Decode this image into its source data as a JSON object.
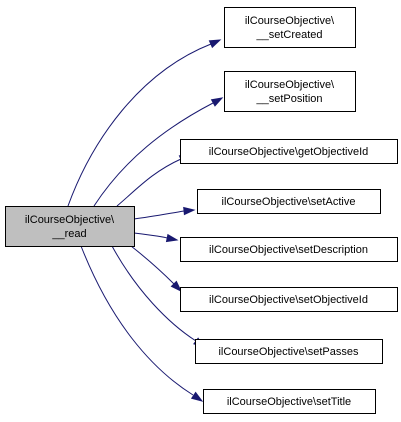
{
  "graph": {
    "colors": {
      "edge": "#191970",
      "node_border": "#000000",
      "node_fill": "#ffffff",
      "root_fill": "#bfbfbf",
      "text": "#000000"
    },
    "root": {
      "lines": [
        "ilCourseObjective\\",
        "__read"
      ]
    },
    "callees": [
      {
        "lines": [
          "ilCourseObjective\\",
          "__setCreated"
        ]
      },
      {
        "lines": [
          "ilCourseObjective\\",
          "__setPosition"
        ]
      },
      {
        "lines": [
          "ilCourseObjective\\getObjectiveId"
        ]
      },
      {
        "lines": [
          "ilCourseObjective\\setActive"
        ]
      },
      {
        "lines": [
          "ilCourseObjective\\setDescription"
        ]
      },
      {
        "lines": [
          "ilCourseObjective\\setObjectiveId"
        ]
      },
      {
        "lines": [
          "ilCourseObjective\\setPasses"
        ]
      },
      {
        "lines": [
          "ilCourseObjective\\setTitle"
        ]
      }
    ]
  }
}
